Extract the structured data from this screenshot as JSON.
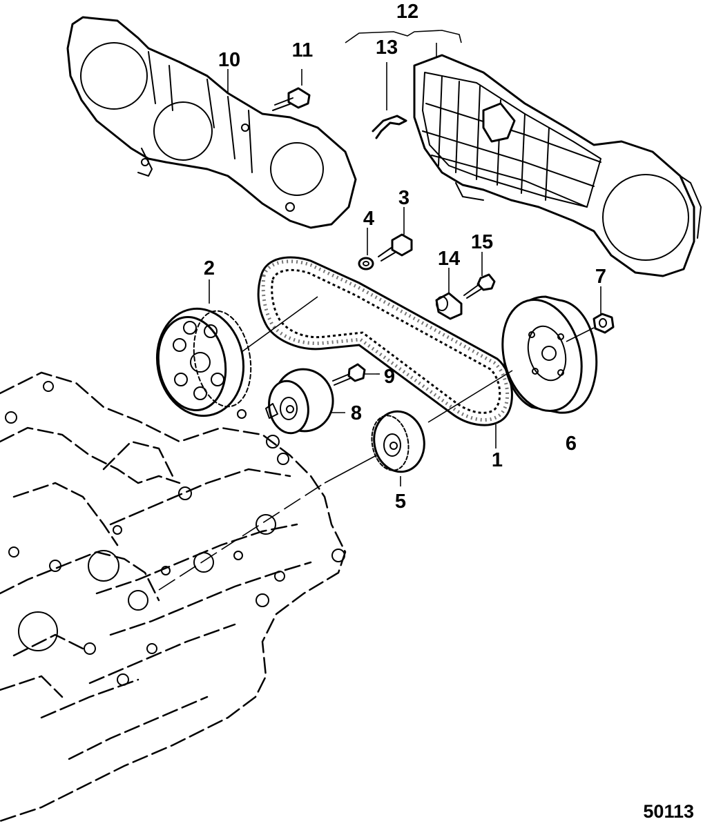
{
  "labels": {
    "p1": "1",
    "p2": "2",
    "p3": "3",
    "p4": "4",
    "p5": "5",
    "p6": "6",
    "p7": "7",
    "p8": "8",
    "p9": "9",
    "p10": "10",
    "p11": "11",
    "p12": "12",
    "p13": "13",
    "p14": "14",
    "p15": "15"
  },
  "figure_number": "50113",
  "colors": {
    "line": "#000000",
    "background": "#ffffff"
  }
}
